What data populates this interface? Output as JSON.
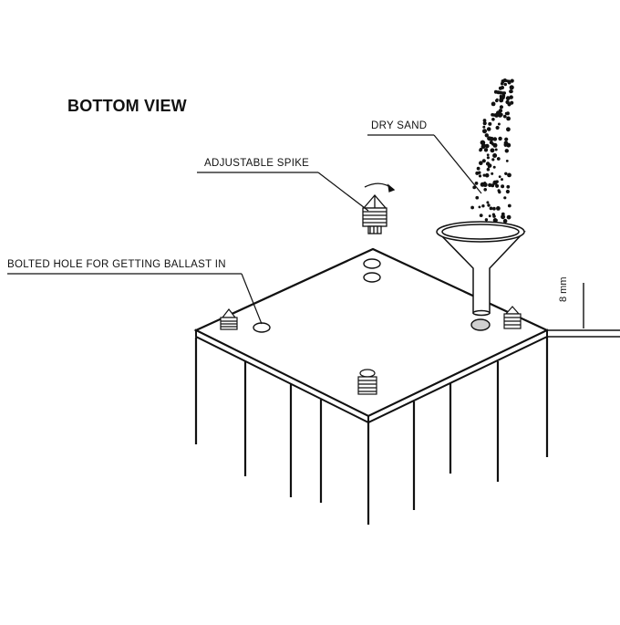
{
  "diagram": {
    "title": "BOTTOM VIEW",
    "labels": {
      "dry_sand": "DRY SAND",
      "adjustable_spike": "ADJUSTABLE SPIKE",
      "bolted_hole": "BOLTED HOLE FOR GETTING BALLAST IN"
    },
    "dimension": "8 mm"
  }
}
